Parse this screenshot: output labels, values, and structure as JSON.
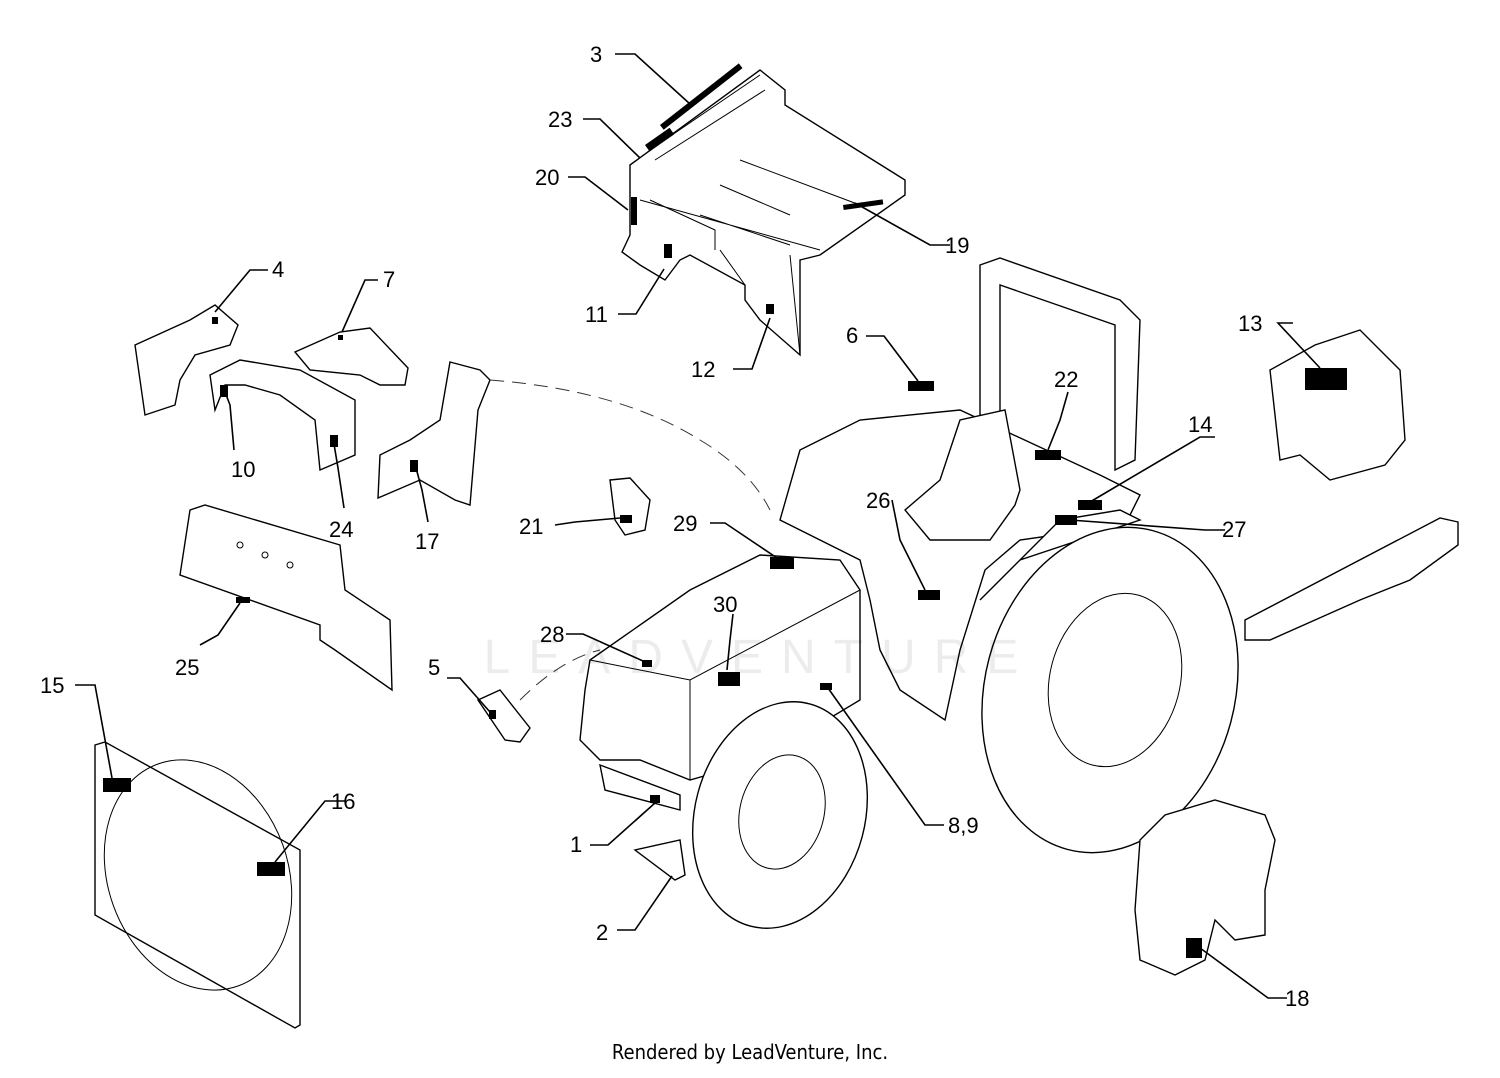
{
  "footer": {
    "text": "Rendered by LeadVenture, Inc."
  },
  "watermark": {
    "text": "LEADVENTURE"
  },
  "callouts": [
    {
      "id": "1",
      "label": "1"
    },
    {
      "id": "2",
      "label": "2"
    },
    {
      "id": "3",
      "label": "3"
    },
    {
      "id": "4",
      "label": "4"
    },
    {
      "id": "5",
      "label": "5"
    },
    {
      "id": "6",
      "label": "6"
    },
    {
      "id": "7",
      "label": "7"
    },
    {
      "id": "8",
      "label": "8,9"
    },
    {
      "id": "10",
      "label": "10"
    },
    {
      "id": "11",
      "label": "11"
    },
    {
      "id": "12",
      "label": "12"
    },
    {
      "id": "13",
      "label": "13"
    },
    {
      "id": "14",
      "label": "14"
    },
    {
      "id": "15",
      "label": "15"
    },
    {
      "id": "16",
      "label": "16"
    },
    {
      "id": "17",
      "label": "17"
    },
    {
      "id": "18",
      "label": "18"
    },
    {
      "id": "19",
      "label": "19"
    },
    {
      "id": "20",
      "label": "20"
    },
    {
      "id": "21",
      "label": "21"
    },
    {
      "id": "22",
      "label": "22"
    },
    {
      "id": "23",
      "label": "23"
    },
    {
      "id": "24",
      "label": "24"
    },
    {
      "id": "25",
      "label": "25"
    },
    {
      "id": "26",
      "label": "26"
    },
    {
      "id": "27",
      "label": "27"
    },
    {
      "id": "28",
      "label": "28"
    },
    {
      "id": "29",
      "label": "29"
    },
    {
      "id": "30",
      "label": "30"
    }
  ]
}
